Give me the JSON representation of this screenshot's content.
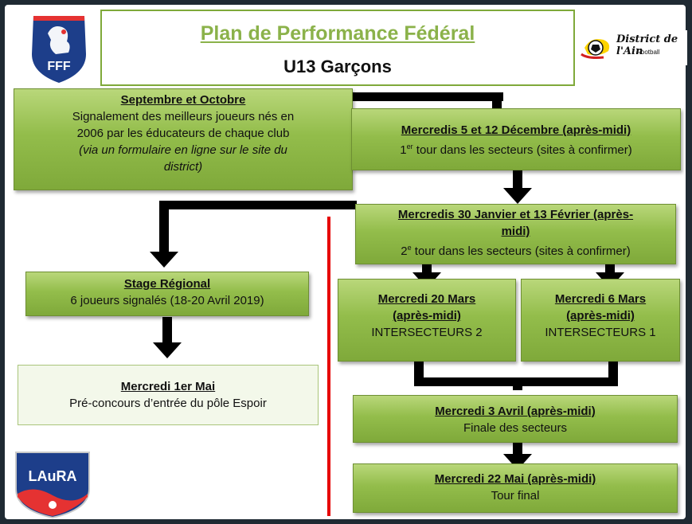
{
  "header": {
    "title": "Plan de Performance Fédéral",
    "subtitle": "U13 Garçons"
  },
  "logos": {
    "left_top": "FFF",
    "right_top_line1": "District de l'Ain",
    "right_top_line2": "Football",
    "left_bottom": "LAuRA"
  },
  "boxes": {
    "sept_oct": {
      "heading": "Septembre et Octobre",
      "line1": "Signalement des meilleurs joueurs nés en",
      "line2": "2006 par les éducateurs de chaque club",
      "line3": "(via un formulaire en ligne sur le site du",
      "line4": "district)"
    },
    "dec": {
      "heading": "Mercredis 5 et 12 Décembre (après-midi)",
      "tour_num": "1",
      "tour_sup": "er",
      "tour_text": " tour dans les secteurs (sites à confirmer)"
    },
    "jan_feb": {
      "heading1": "Mercredis 30 Janvier et 13 Février (après-",
      "heading2": "midi)",
      "tour_num": "2",
      "tour_sup": "e",
      "tour_text": " tour dans les secteurs (sites à confirmer)"
    },
    "stage": {
      "heading": "Stage Régional",
      "line1": "6 joueurs signalés (18-20 Avril 2019)"
    },
    "mai1": {
      "heading": "Mercredi 1er Mai",
      "line1": "Pré-concours d’entrée du pôle Espoir"
    },
    "mars20": {
      "heading1": "Mercredi 20 Mars",
      "heading2": "(après-midi)",
      "line1": "INTERSECTEURS 2"
    },
    "mars6": {
      "heading1": "Mercredi 6 Mars",
      "heading2": "(après-midi)",
      "line1": "INTERSECTEURS 1"
    },
    "avril3": {
      "heading": "Mercredi 3 Avril (après-midi)",
      "line1": "Finale des secteurs"
    },
    "mai22": {
      "heading": "Mercredi 22 Mai (après-midi)",
      "line1": "Tour final"
    }
  },
  "colors": {
    "box_green": "#93bd4b",
    "title_green": "#8bb24a",
    "red_divider": "#e60000",
    "frame_bg": "#1f2a33",
    "fff_blue": "#1d3e8a"
  }
}
